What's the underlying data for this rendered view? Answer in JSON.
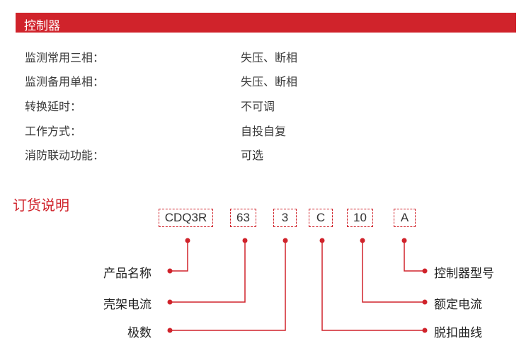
{
  "section_title": "控制器",
  "specs": [
    {
      "label": "监测常用三相：",
      "value": "失压、断相"
    },
    {
      "label": "监测备用单相：",
      "value": "失压、断相"
    },
    {
      "label": "转换延时：",
      "value": "不可调"
    },
    {
      "label": "工作方式：",
      "value": "自投自复"
    },
    {
      "label": "消防联动功能：",
      "value": "可选"
    }
  ],
  "order": {
    "title": "订货说明",
    "codes": [
      "CDQ3R",
      "63",
      "3",
      "C",
      "10",
      "A"
    ],
    "left_labels": [
      "产品名称",
      "壳架电流",
      "极数"
    ],
    "right_labels": [
      "控制器型号",
      "额定电流",
      "脱扣曲线"
    ]
  },
  "accent": "#d0232b"
}
